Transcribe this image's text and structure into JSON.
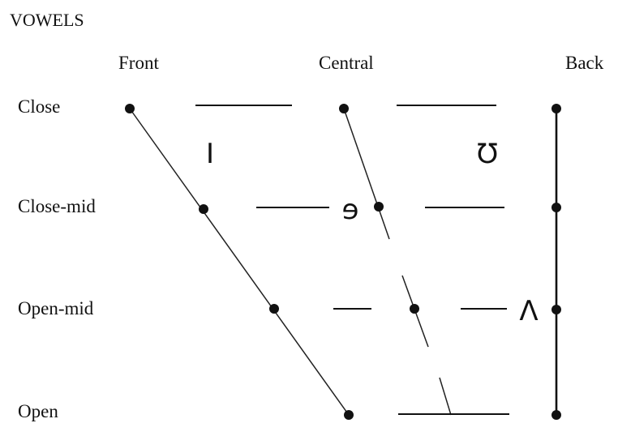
{
  "title": "VOWELS",
  "columns": [
    "Front",
    "Central",
    "Back"
  ],
  "rows": [
    "Close",
    "Close-mid",
    "Open-mid",
    "Open"
  ],
  "symbols": [
    {
      "id": "near-close-front",
      "text": "I"
    },
    {
      "id": "near-close-back",
      "text": "Ʊ"
    },
    {
      "id": "mid-central",
      "text": "ɘ"
    },
    {
      "id": "open-mid-back",
      "text": "Λ"
    }
  ]
}
